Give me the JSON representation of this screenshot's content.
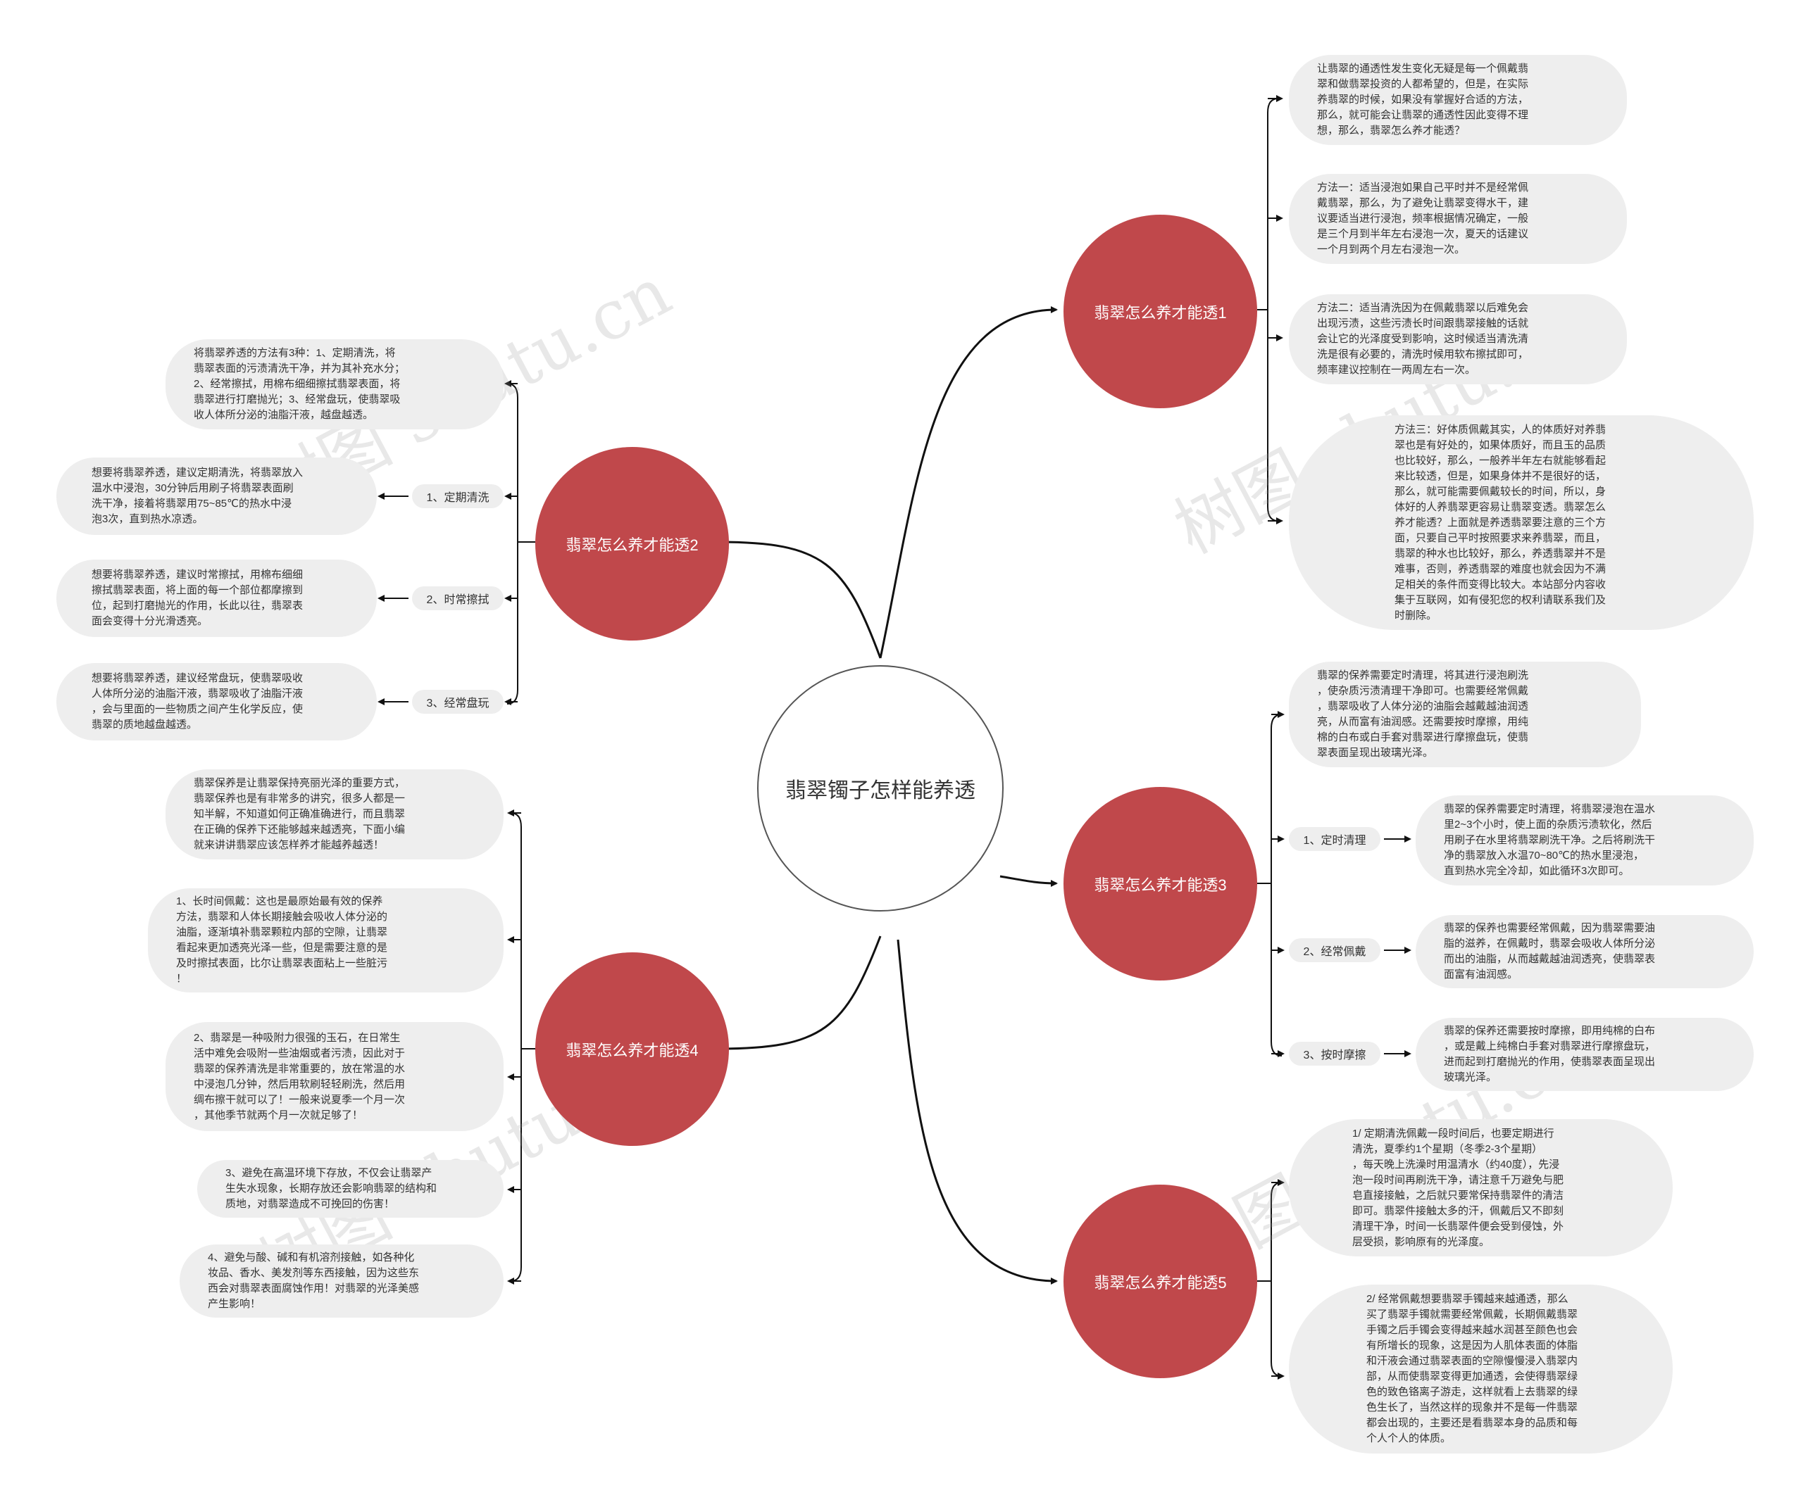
{
  "center": {
    "title": "翡翠镯子怎样能养透"
  },
  "topics": [
    {
      "id": "t1",
      "label": "翡翠怎么养才能透1"
    },
    {
      "id": "t2",
      "label": "翡翠怎么养才能透2"
    },
    {
      "id": "t3",
      "label": "翡翠怎么养才能透3"
    },
    {
      "id": "t4",
      "label": "翡翠怎么养才能透4"
    },
    {
      "id": "t5",
      "label": "翡翠怎么养才能透5"
    }
  ],
  "leaves": {
    "t1": [
      "让翡翠的通透性发生变化无疑是每一个佩戴翡\n翠和做翡翠投资的人都希望的，但是，在实际\n养翡翠的时候，如果没有掌握好合适的方法，\n那么，就可能会让翡翠的通透性因此变得不理\n想，那么，翡翠怎么养才能透？",
      "方法一：适当浸泡如果自己平时并不是经常佩\n戴翡翠，那么，为了避免让翡翠变得水干，建\n议要适当进行浸泡，频率根据情况确定，一般\n是三个月到半年左右浸泡一次，夏天的话建议\n一个月到两个月左右浸泡一次。",
      "方法二：适当清洗因为在佩戴翡翠以后难免会\n出现污渍，这些污渍长时间跟翡翠接触的话就\n会让它的光泽度受到影响，这时候适当清洗清\n洗是很有必要的，清洗时候用软布擦拭即可，\n频率建议控制在一两周左右一次。",
      "方法三：好体质佩戴其实，人的体质好对养翡\n翠也是有好处的，如果体质好，而且玉的品质\n也比较好，那么，一般养半年左右就能够看起\n来比较透，但是，如果身体并不是很好的话，\n那么，就可能需要佩戴较长的时间，所以，身\n体好的人养翡翠更容易让翡翠变透。翡翠怎么\n养才能透？上面就是养透翡翠要注意的三个方\n面，只要自己平时按照要求来养翡翠，而且，\n翡翠的种水也比较好，那么，养透翡翠并不是\n难事，否则，养透翡翠的难度也就会因为不满\n足相关的条件而变得比较大。本站部分内容收\n集于互联网，如有侵犯您的权利请联系我们及\n时删除。"
    ],
    "t2_intro": "将翡翠养透的方法有3种：1、定期清洗，将\n翡翠表面的污渍清洗干净，并为其补充水分；\n2、经常擦拭，用棉布细细擦拭翡翠表面，将\n翡翠进行打磨抛光；3、经常盘玩，使翡翠吸\n收人体所分泌的油脂汗液，越盘越透。",
    "t2_subs": [
      {
        "label": "1、定期清洗",
        "text": "想要将翡翠养透，建议定期清洗，将翡翠放入\n温水中浸泡，30分钟后用刷子将翡翠表面刷\n洗干净，接着将翡翠用75~85℃的热水中浸\n泡3次，直到热水凉透。"
      },
      {
        "label": "2、时常擦拭",
        "text": "想要将翡翠养透，建议时常擦拭，用棉布细细\n擦拭翡翠表面，将上面的每一个部位都摩擦到\n位，起到打磨抛光的作用，长此以往，翡翠表\n面会变得十分光滑透亮。"
      },
      {
        "label": "3、经常盘玩",
        "text": "想要将翡翠养透，建议经常盘玩，使翡翠吸收\n人体所分泌的油脂汗液，翡翠吸收了油脂汗液\n，会与里面的一些物质之间产生化学反应，使\n翡翠的质地越盘越透。"
      }
    ],
    "t3_intro": "翡翠的保养需要定时清理，将其进行浸泡刷洗\n，使杂质污渍清理干净即可。也需要经常佩戴\n，翡翠吸收了人体分泌的油脂会越戴越油润透\n亮，从而富有油润感。还需要按时摩擦，用纯\n棉的白布或白手套对翡翠进行摩擦盘玩，使翡\n翠表面呈现出玻璃光泽。",
    "t3_subs": [
      {
        "label": "1、定时清理",
        "text": "翡翠的保养需要定时清理，将翡翠浸泡在温水\n里2~3个小时，使上面的杂质污渍软化，然后\n用刷子在水里将翡翠刷洗干净。之后将刷洗干\n净的翡翠放入水温70~80℃的热水里浸泡，\n直到热水完全冷却，如此循环3次即可。"
      },
      {
        "label": "2、经常佩戴",
        "text": "翡翠的保养也需要经常佩戴，因为翡翠需要油\n脂的滋养，在佩戴时，翡翠会吸收人体所分泌\n而出的油脂，从而越戴越油润透亮，使翡翠表\n面富有油润感。"
      },
      {
        "label": "3、按时摩擦",
        "text": "翡翠的保养还需要按时摩擦，即用纯棉的白布\n，或是戴上纯棉白手套对翡翠进行摩擦盘玩，\n进而起到打磨抛光的作用，使翡翠表面呈现出\n玻璃光泽。"
      }
    ],
    "t4": [
      "翡翠保养是让翡翠保持亮丽光泽的重要方式，\n翡翠保养也是有非常多的讲究，很多人都是一\n知半解，不知道如何正确准确进行，而且翡翠\n在正确的保养下还能够越来越透亮，下面小编\n就来讲讲翡翠应该怎样养才能越养越透！",
      "1、长时间佩戴：这也是最原始最有效的保养\n方法，翡翠和人体长期接触会吸收人体分泌的\n油脂，逐渐填补翡翠颗粒内部的空隙，让翡翠\n看起来更加透亮光泽一些，但是需要注意的是\n及时擦拭表面，比尔让翡翠表面粘上一些脏污\n！",
      "2、翡翠是一种吸附力很强的玉石，在日常生\n活中难免会吸附一些油烟或者污渍，因此对于\n翡翠的保养清洗是非常重要的，放在常温的水\n中浸泡几分钟，然后用软刷轻轻刷洗，然后用\n绸布擦干就可以了！一般来说夏季一个月一次\n，其他季节就两个月一次就足够了！",
      "3、避免在高温环境下存放，不仅会让翡翠产\n生失水现象，长期存放还会影响翡翠的结构和\n质地，对翡翠造成不可挽回的伤害！",
      "4、避免与酸、碱和有机溶剂接触，如各种化\n妆品、香水、美发剂等东西接触，因为这些东\n西会对翡翠表面腐蚀作用！对翡翠的光泽美感\n产生影响！"
    ],
    "t5": [
      "1/ 定期清洗佩戴一段时间后，也要定期进行\n清洗，夏季约1个星期（冬季2-3个星期）\n，每天晚上洗澡时用温清水（约40度），先浸\n泡一段时间再刷洗干净，请注意千万避免与肥\n皂直接接触，之后就只要常保持翡翠件的清洁\n即可。翡翠件接触太多的汗，佩戴后又不即刻\n清理干净，时间一长翡翠件便会受到侵蚀，外\n层受损，影响原有的光泽度。",
      "2/ 经常佩戴想要翡翠手镯越来越通透，那么\n买了翡翠手镯就需要经常佩戴，长期佩戴翡翠\n手镯之后手镯会变得越来越水润甚至颜色也会\n有所增长的现象，这是因为人肌体表面的体脂\n和汗液会通过翡翠表面的空隙慢慢浸入翡翠内\n部，从而使翡翠变得更加通透，会使得翡翠绿\n色的致色铬离子游走，这样就看上去翡翠的绿\n色生长了，当然这样的现象并不是每一件翡翠\n都会出现的，主要还是看翡翠本身的品质和每\n个人个人的体质。"
    ]
  },
  "watermark": [
    "树图 shutu.cn",
    "树图 shutu.cn",
    "树图 shutu.cn",
    "树图 shutu.cn"
  ],
  "colors": {
    "topic": "#c0484b",
    "leaf_bg": "#eeeeee",
    "line": "#111111"
  }
}
